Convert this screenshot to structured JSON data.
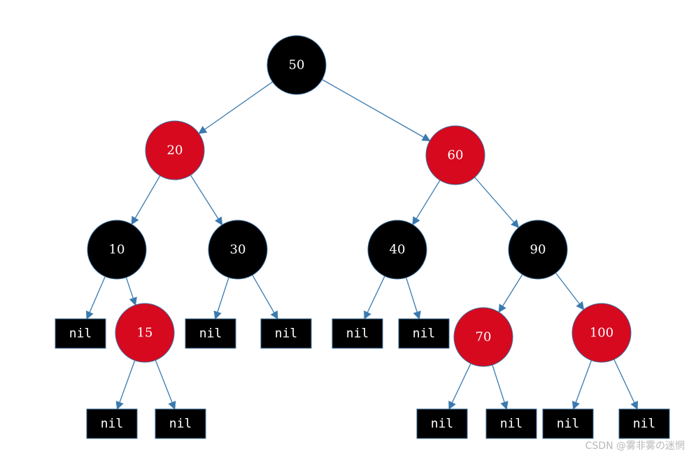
{
  "colors": {
    "black_node": "#000000",
    "red_node": "#d6091f",
    "node_border": "#3b6f9e",
    "edge": "#3a7ab0",
    "nil_fill": "#000000"
  },
  "tree": {
    "nodes": [
      {
        "id": "n50",
        "label": "50",
        "color": "black"
      },
      {
        "id": "n20",
        "label": "20",
        "color": "red"
      },
      {
        "id": "n60",
        "label": "60",
        "color": "red"
      },
      {
        "id": "n10",
        "label": "10",
        "color": "black"
      },
      {
        "id": "n30",
        "label": "30",
        "color": "black"
      },
      {
        "id": "n40",
        "label": "40",
        "color": "black"
      },
      {
        "id": "n90",
        "label": "90",
        "color": "black"
      },
      {
        "id": "n15",
        "label": "15",
        "color": "red"
      },
      {
        "id": "n70",
        "label": "70",
        "color": "red"
      },
      {
        "id": "n100",
        "label": "100",
        "color": "red"
      }
    ],
    "nil_label": "nil",
    "nils": [
      "nil1",
      "nil2",
      "nil3",
      "nil4",
      "nil5",
      "nil6",
      "nil7",
      "nil8",
      "nil9",
      "nil10",
      "nil11"
    ],
    "edges": [
      [
        "n50",
        "n20"
      ],
      [
        "n50",
        "n60"
      ],
      [
        "n20",
        "n10"
      ],
      [
        "n20",
        "n30"
      ],
      [
        "n60",
        "n40"
      ],
      [
        "n60",
        "n90"
      ],
      [
        "n10",
        "nil1"
      ],
      [
        "n10",
        "n15"
      ],
      [
        "n30",
        "nil2"
      ],
      [
        "n30",
        "nil3"
      ],
      [
        "n40",
        "nil4"
      ],
      [
        "n40",
        "nil5"
      ],
      [
        "n90",
        "n70"
      ],
      [
        "n90",
        "n100"
      ],
      [
        "n15",
        "nil6"
      ],
      [
        "n15",
        "nil7"
      ],
      [
        "n70",
        "nil8"
      ],
      [
        "n70",
        "nil9"
      ],
      [
        "n100",
        "nil10"
      ],
      [
        "n100",
        "nil11"
      ]
    ]
  },
  "watermark": "CSDN @雾非雾の迷惘"
}
